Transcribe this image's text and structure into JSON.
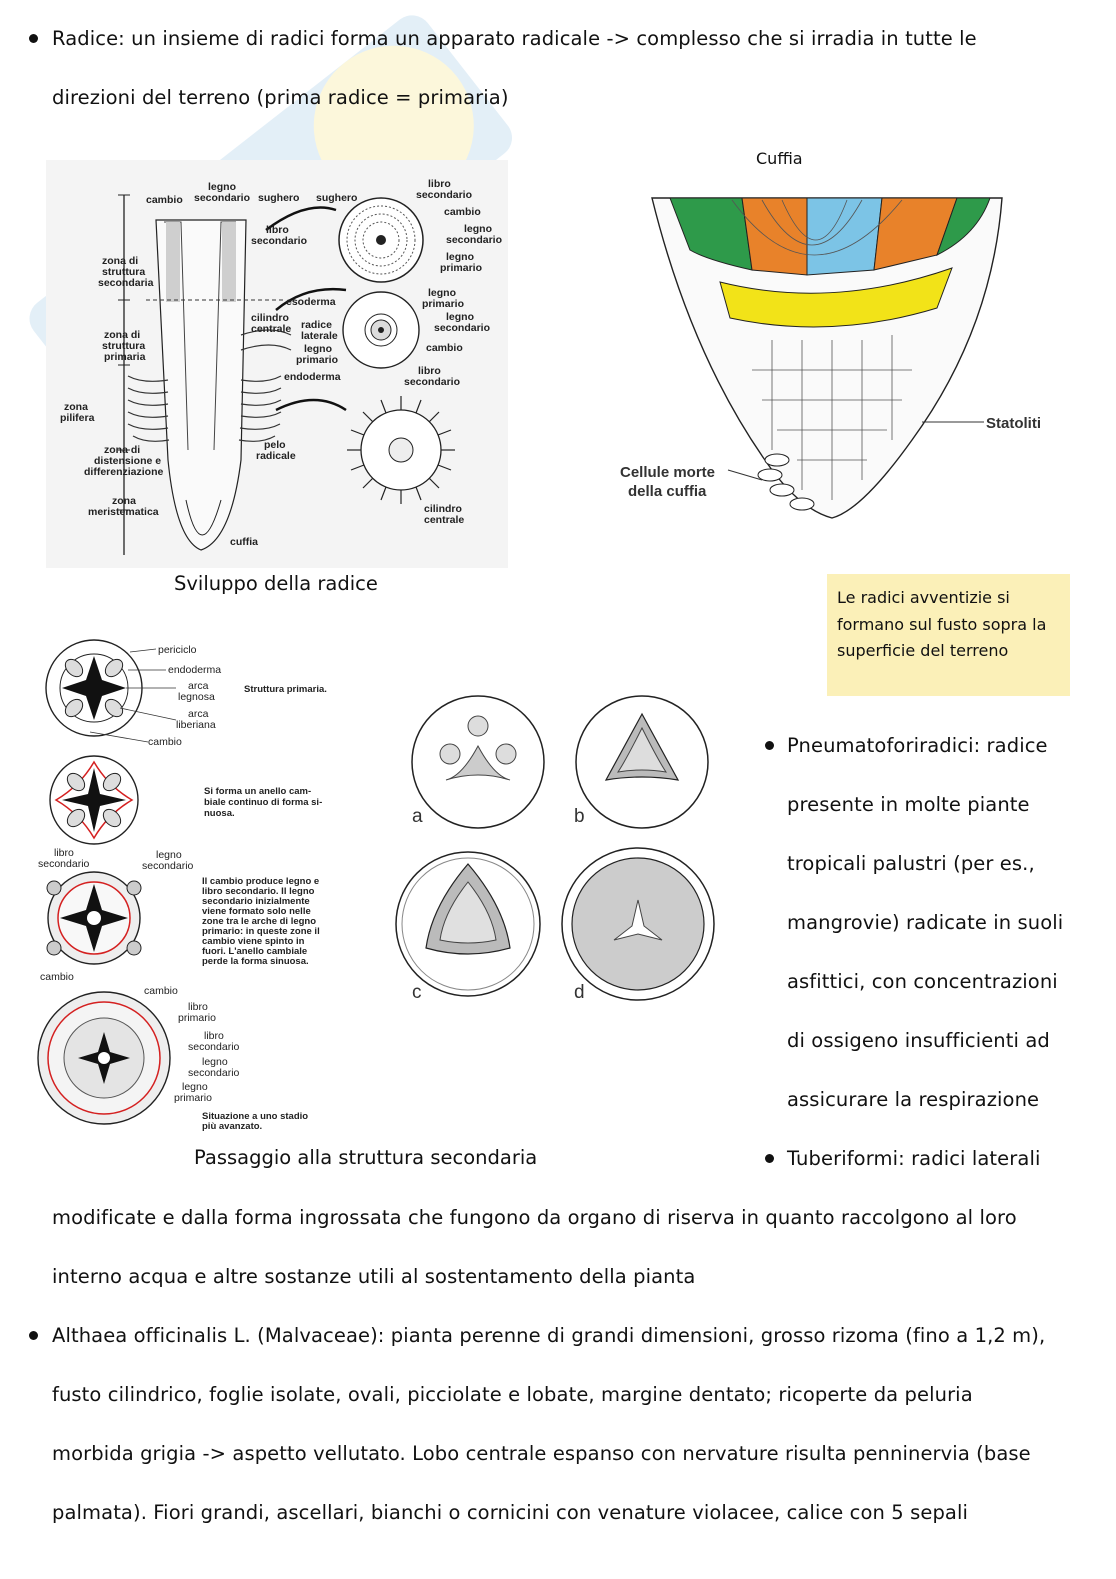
{
  "paragraphs": {
    "p1_l1": "Radice: un insieme di radici forma un apparato radicale -> complesso che si irradia in tutte le",
    "p1_l2": "direzioni del terreno (prima radice = primaria)",
    "pn_l1": "Pneumatoforiradici: radice",
    "pn_l2": "presente in molte piante",
    "pn_l3": "tropicali palustri (per es.,",
    "pn_l4": "mangrovie) radicate in suoli",
    "pn_l5": "asfittici, con concentrazioni",
    "pn_l6": "di ossigeno insufficienti ad",
    "pn_l7": "assicurare la respirazione",
    "tu_l1": "Tuberiformi: radici laterali",
    "tu_l2": "modificate e dalla forma ingrossata che fungono da organo di riserva in quanto raccolgono al loro",
    "tu_l3": "interno acqua e altre sostanze utili al sostentamento della pianta",
    "al_l1": "Althaea officinalis L. (Malvaceae): pianta perenne di grandi dimensioni, grosso rizoma (fino a 1,2 m),",
    "al_l2": "fusto cilindrico, foglie isolate, ovali, picciolate e lobate, margine dentato; ricoperte da peluria",
    "al_l3": "morbida grigia -> aspetto vellutato. Lobo centrale espanso con nervature risulta penninervia (base",
    "al_l4": "palmata). Fiori grandi, ascellari, bianchi o cornicini con venature violacee, calice con 5 sepali"
  },
  "captions": {
    "cuffia_title": "Cuffia",
    "sviluppo": "Sviluppo della radice",
    "passaggio": "Passaggio alla struttura secondaria"
  },
  "note": {
    "l1": "Le radici avventizie si",
    "l2": "formano sul fusto sopra la",
    "l3": "superficie del terreno"
  },
  "fig_sviluppo": {
    "cambio": "cambio",
    "legno_secondario_1": "legno",
    "legno_secondario_2": "secondario",
    "sughero_1": "sughero",
    "sughero_2": "sughero",
    "libro_sec_1": "libro",
    "libro_sec_2": "secondario",
    "zona_ss_1": "zona di",
    "zona_ss_2": "struttura",
    "zona_ss_3": "secondaria",
    "zona_sp_1": "zona di",
    "zona_sp_2": "struttura",
    "zona_sp_3": "primaria",
    "zona_pil_1": "zona",
    "zona_pil_2": "pilifera",
    "zona_dist_1": "zona di",
    "zona_dist_2": "distensione e",
    "zona_dist_3": "differenziazione",
    "zona_mer_1": "zona",
    "zona_mer_2": "meristematica",
    "cuffia": "cuffia",
    "esoderma": "esoderma",
    "cil_1": "cilindro",
    "cil_2": "centrale",
    "rad_lat_1": "radice",
    "rad_lat_2": "laterale",
    "legno_prim_1": "legno",
    "legno_prim_2": "primario",
    "endoderma": "endoderma",
    "pelo_1": "pelo",
    "pelo_2": "radicale",
    "r1_libro_1": "libro",
    "r1_libro_2": "secondario",
    "r1_cambio": "cambio",
    "r1_legno_sec_1": "legno",
    "r1_legno_sec_2": "secondario",
    "r1_legno_pri_1": "legno",
    "r1_legno_pri_2": "primario",
    "r2_legno_pri_1": "legno",
    "r2_legno_pri_2": "primario",
    "r2_legno_sec_1": "legno",
    "r2_legno_sec_2": "secondario",
    "r2_cambio": "cambio",
    "r2_libro_1": "libro",
    "r2_libro_2": "secondario",
    "r3_cil_1": "cilindro",
    "r3_cil_2": "centrale"
  },
  "fig_cuffia": {
    "statoliti": "Statoliti",
    "cellule_1": "Cellule morte",
    "cellule_2": "della cuffia"
  },
  "fig_struttura": {
    "periciclo": "periciclo",
    "endoderma": "endoderma",
    "arca_legnosa_1": "arca",
    "arca_legnosa_2": "legnosa",
    "arca_liberiana_1": "arca",
    "arca_liberiana_2": "liberiana",
    "cambio_1": "cambio",
    "struttura_primaria": "Struttura primaria.",
    "t2_1": "Si forma un anello cam-",
    "t2_2": "biale continuo di forma si-",
    "t2_3": "nuosa.",
    "libro_sec_1": "libro",
    "libro_sec_2": "secondario",
    "legno_sec_1": "legno",
    "legno_sec_2": "secondario",
    "t3_1": "Il cambio produce legno e",
    "t3_2": "libro secondario. Il legno",
    "t3_3": "secondario inizialmente",
    "t3_4": "viene formato solo nelle",
    "t3_5": "zone tra le arche di legno",
    "t3_6": "primario: in queste zone il",
    "t3_7": "cambio viene spinto in",
    "t3_8": "fuori. L'anello cambiale",
    "t3_9": "perde la forma sinuosa.",
    "cambio_3": "cambio",
    "cambio_4": "cambio",
    "b4_libro_pri_1": "libro",
    "b4_libro_pri_2": "primario",
    "b4_libro_sec_1": "libro",
    "b4_libro_sec_2": "secondario",
    "b4_legno_sec_1": "legno",
    "b4_legno_sec_2": "secondario",
    "b4_legno_pri_1": "legno",
    "b4_legno_pri_2": "primario",
    "t4_1": "Situazione a uno stadio",
    "t4_2": "più avanzato."
  },
  "fig_abcd": {
    "a": "a",
    "b": "b",
    "c": "c",
    "d": "d"
  },
  "colors": {
    "note_bg": "#fbf0b8",
    "cuffia_green": "#2e9a4a",
    "cuffia_orange": "#e8822a",
    "cuffia_blue": "#7cc4e6",
    "cuffia_yellow": "#f2e318",
    "cambio_red": "#d42020"
  }
}
